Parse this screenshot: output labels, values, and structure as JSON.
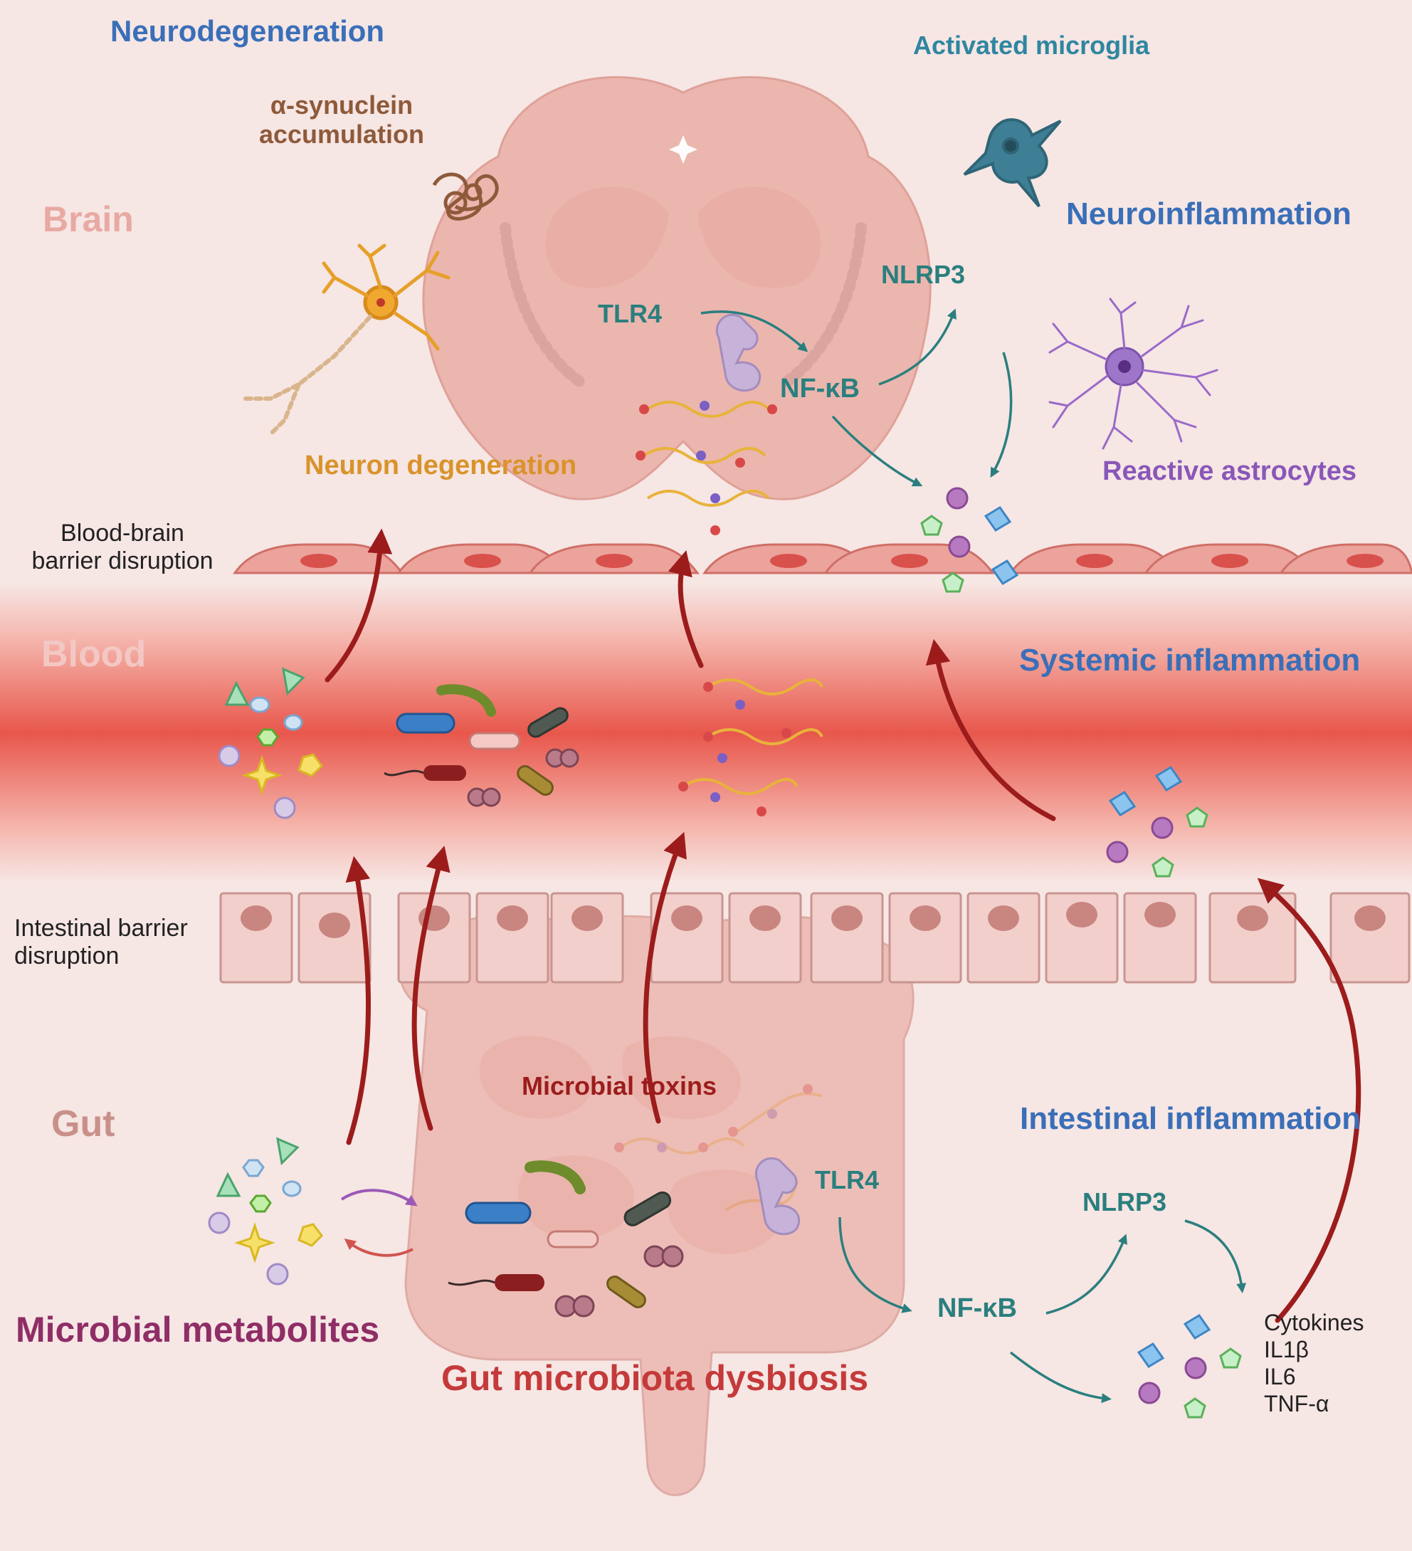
{
  "labels": {
    "neurodegeneration": "Neurodegeneration",
    "activated_microglia": "Activated microglia",
    "alpha_synuclein": "α-synuclein\naccumulation",
    "brain": "Brain",
    "neuroinflammation": "Neuroinflammation",
    "nlrp3_brain": "NLRP3",
    "tlr4_brain": "TLR4",
    "nfkb_brain": "NF-κB",
    "neuron_degeneration": "Neuron degeneration",
    "reactive_astrocytes": "Reactive astrocytes",
    "bbb_disruption": "Blood-brain\nbarrier disruption",
    "blood": "Blood",
    "systemic_inflammation": "Systemic inflammation",
    "intestinal_barrier_disruption": "Intestinal barrier\ndisruption",
    "gut": "Gut",
    "microbial_toxins": "Microbial toxins",
    "intestinal_inflammation": "Intestinal inflammation",
    "tlr4_gut": "TLR4",
    "nlrp3_gut": "NLRP3",
    "nfkb_gut": "NF-κB",
    "cytokines": "Cytokines",
    "il1b": "IL1β",
    "il6": "IL6",
    "tnfa": "TNF-α",
    "microbial_metabolites": "Microbial metabolites",
    "gut_dysbiosis": "Gut microbiota dysbiosis"
  },
  "colors": {
    "background": "#f6e6e4",
    "blood_band": "#e85a4f",
    "heading_blue": "#3a6fb8",
    "teal": "#2a7f7e",
    "brown": "#8e5a3a",
    "orange": "#d9932a",
    "purple": "#8a57b8",
    "dark_red": "#9c1c1c",
    "magenta": "#8f2d66",
    "red": "#c43a3a",
    "region_pink": "#e8a9a3",
    "region_blood": "#f3c8c4",
    "gut_label": "#c9908a"
  }
}
